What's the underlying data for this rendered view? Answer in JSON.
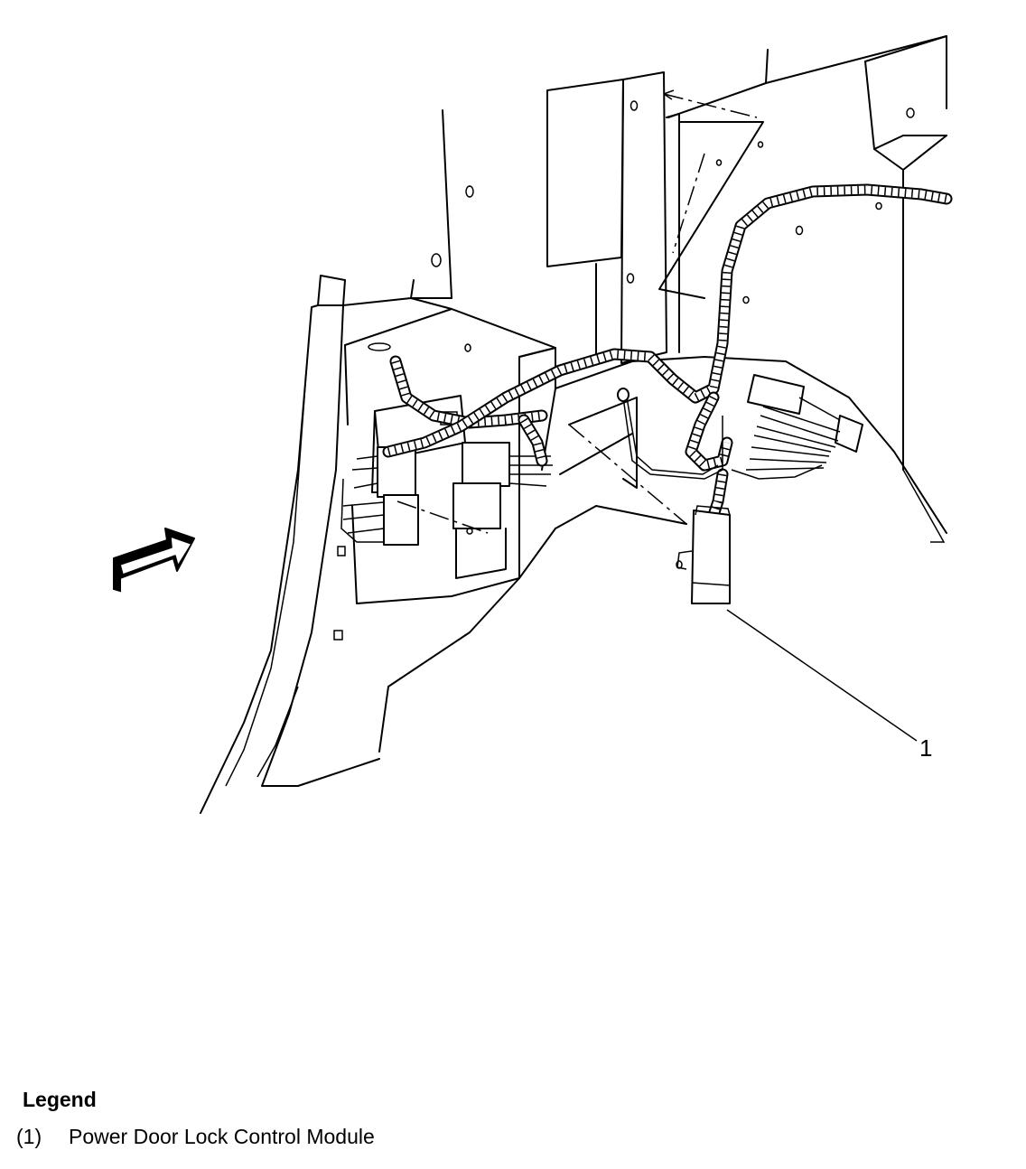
{
  "diagram": {
    "callouts": [
      {
        "id": "1",
        "label": "1"
      }
    ]
  },
  "legend": {
    "title": "Legend",
    "items": [
      {
        "key": "(1)",
        "text": "Power Door Lock Control Module"
      }
    ]
  }
}
